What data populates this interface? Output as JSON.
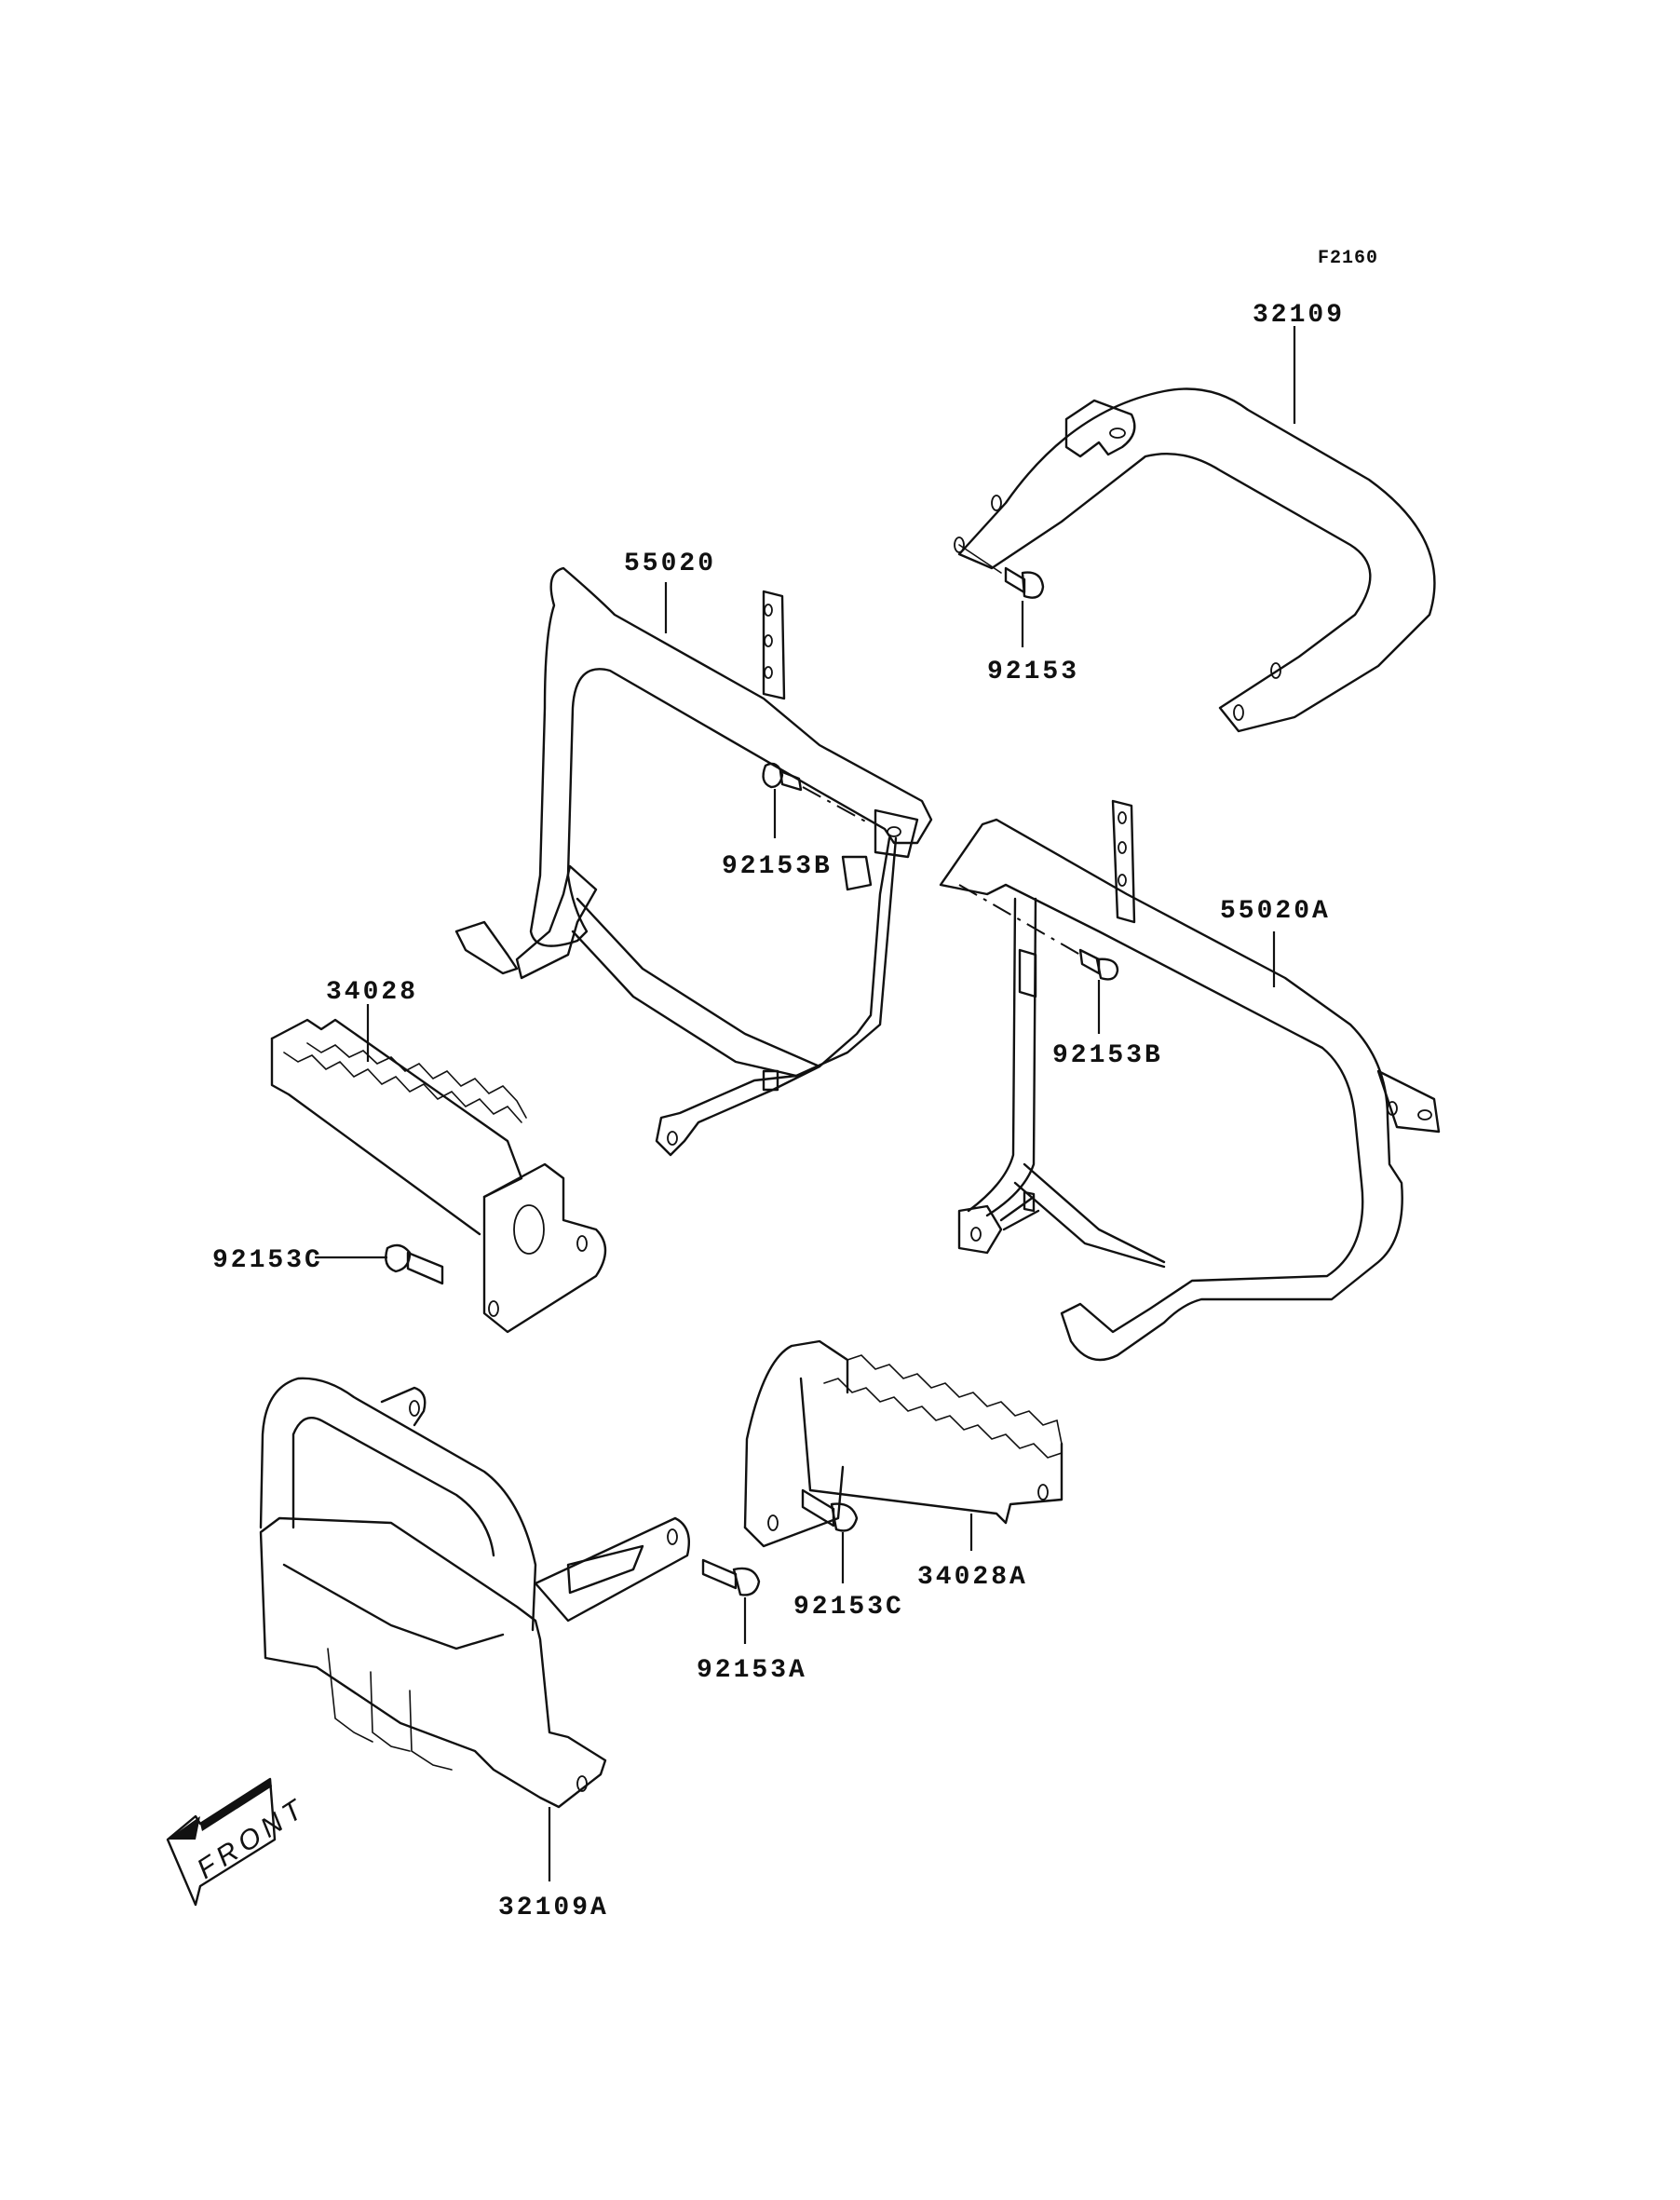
{
  "diagram": {
    "figure_number": "F2160",
    "direction_indicator": "FRONT",
    "labels": {
      "grab_bar_rear": "32109",
      "bolt_rear_bar": "92153",
      "guard_left": "55020",
      "bolt_guard_left": "92153B",
      "guard_right": "55020A",
      "bolt_guard_right": "92153B",
      "footpeg_left": "34028",
      "bolt_footpeg_left": "92153C",
      "footpeg_right": "34028A",
      "bolt_footpeg_right": "92153C",
      "front_guard": "32109A",
      "bolt_front_guard": "92153A"
    }
  }
}
